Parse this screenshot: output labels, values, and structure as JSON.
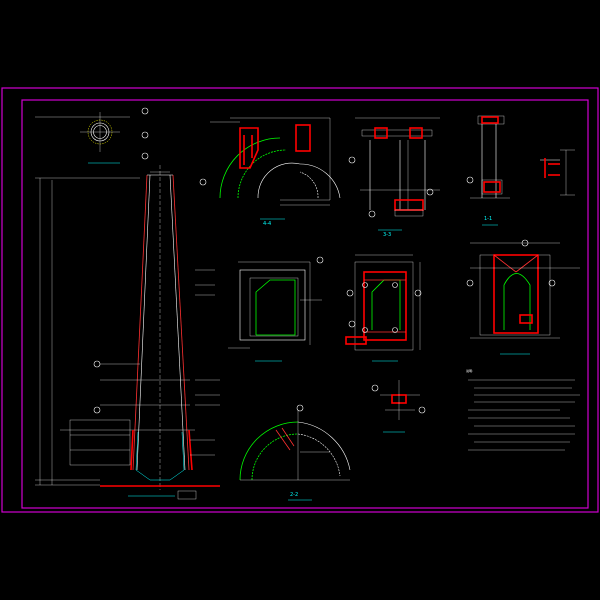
{
  "drawing": {
    "title_block": "",
    "section_labels": {
      "sec_4_4": "4-4",
      "sec_3_3": "3-3",
      "sec_1_1": "1-1",
      "sec_2_2": "2-2"
    },
    "notes_heading": "说明:",
    "colors": {
      "frame": "#d000d0",
      "rebar": "#ff0000",
      "concrete_outline": "#00ff00",
      "dimension": "#ffff00",
      "caption": "#00ffff",
      "linework": "#ffffff"
    }
  }
}
